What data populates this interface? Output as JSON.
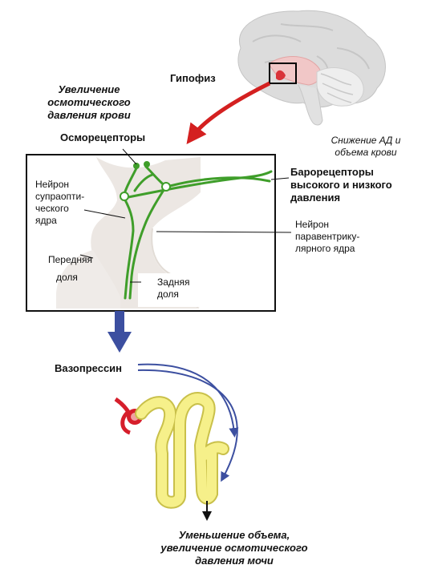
{
  "labels": {
    "increase_line1": "Увеличение",
    "increase_line2": "осмотического",
    "increase_line3": "давления крови",
    "pituitary": "Гипофиз",
    "osmoreceptors": "Осморецепторы",
    "decrease_bp_line1": "Снижение АД  и",
    "decrease_bp_line2": "объема крови",
    "baroreceptors_line1": "Барорецепторы",
    "baroreceptors_line2": "высокого и низкого",
    "baroreceptors_line3": "давления",
    "supraoptic_line1": "Нейрон",
    "supraoptic_line2": "супраопти-",
    "supraoptic_line3": "ческого",
    "supraoptic_line4": "ядра",
    "paraventricular_line1": "Нейрон",
    "paraventricular_line2": "паравентрику-",
    "paraventricular_line3": "лярного ядра",
    "anterior_line1": "Передняя",
    "anterior_line2": "доля",
    "posterior_line1": "Задняя",
    "posterior_line2": "доля",
    "vasopressin": "Вазопрессин",
    "result_line1": "Уменьшение объема,",
    "result_line2": "увеличение осмотического",
    "result_line3": "давления мочи"
  },
  "colors": {
    "neuron_green": "#3f9e2a",
    "arrow_red": "#d42020",
    "arrow_blue": "#3c4fa0",
    "nephron_yellow": "#f6f08a",
    "nephron_outline": "#c9c04a",
    "vessel_red": "#d61e2b",
    "brain_gray": "#d9d9d9",
    "pituitary_tissue": "#ece7e3"
  }
}
